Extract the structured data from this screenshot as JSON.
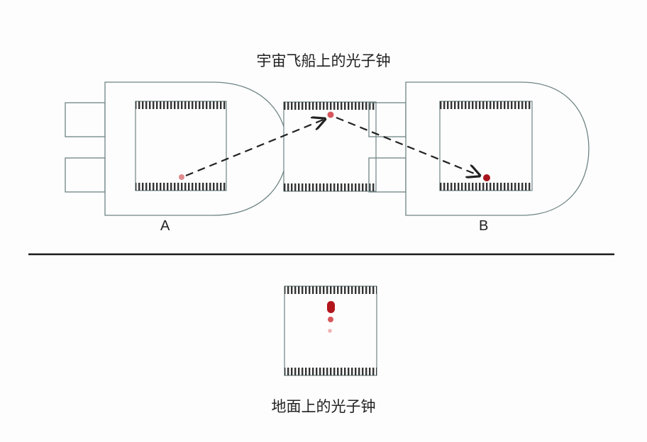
{
  "diagram": {
    "top_caption": "宇宙飞船上的光子钟",
    "bottom_caption": "地面上的光子钟",
    "ship_a_label": "A",
    "ship_b_label": "B",
    "colors": {
      "outline": "#6f8484",
      "comb": "#333333",
      "photon": "#c0272d",
      "photon_faint": "#e08a8e",
      "path": "#222222",
      "divider": "#1a1a1a"
    }
  }
}
